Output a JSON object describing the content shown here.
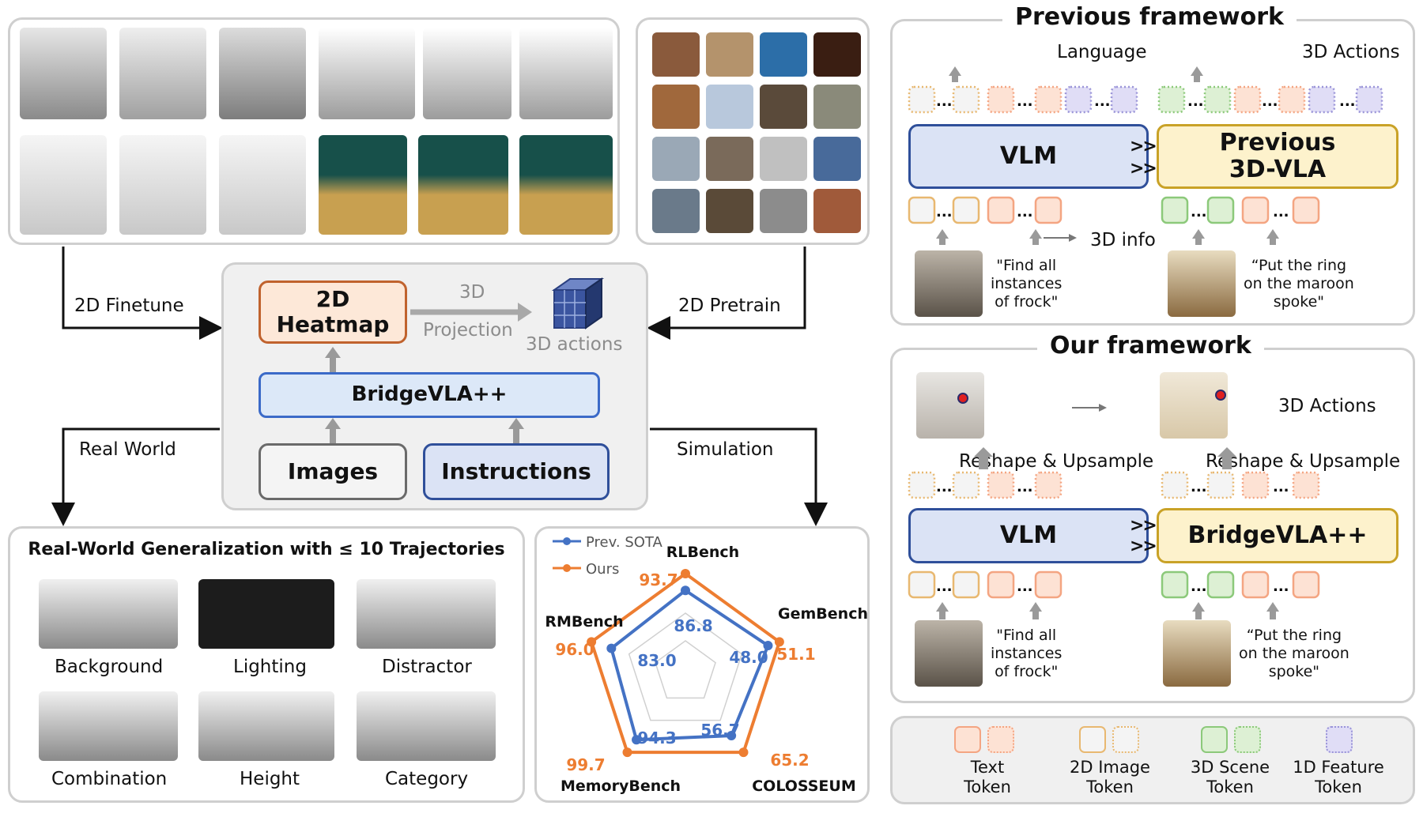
{
  "top_center": {
    "finetune_label": "2D Finetune",
    "pretrain_label": "2D Pretrain",
    "heatmap_label": "2D\nHeatmap",
    "projection_top": "3D",
    "projection_bottom": "Projection",
    "actions_label": "3D actions",
    "bridge_label": "BridgeVLA++",
    "images_label": "Images",
    "instructions_label": "Instructions",
    "real_world_label": "Real World",
    "simulation_label": "Simulation"
  },
  "real_world": {
    "title": "Real-World Generalization with ≤ 10 Trajectories",
    "tiles": [
      "Background",
      "Lighting",
      "Distractor",
      "Combination",
      "Height",
      "Category"
    ]
  },
  "radar": {
    "legend_prev": "Prev. SOTA",
    "legend_ours": "Ours",
    "color_prev": "#4472c4",
    "color_ours": "#ed7d31",
    "axes": [
      "RLBench",
      "GemBench",
      "COLOSSEUM",
      "MemoryBench",
      "RMBench"
    ],
    "prev_values": [
      "86.8",
      "48.0",
      "56.7",
      "94.3",
      "83.0"
    ],
    "ours_values": [
      "93.7",
      "51.1",
      "65.2",
      "99.7",
      "96.0"
    ]
  },
  "previous": {
    "title": "Previous framework",
    "language_label": "Language",
    "actions_label": "3D Actions",
    "vlm_label": "VLM",
    "arrows": ">>>>",
    "prev3d_label": "Previous\n3D-VLA",
    "info_label": "3D info",
    "left_quote": "\"Find all\ninstances\nof frock\"",
    "right_quote": "“Put the ring\non the maroon\nspoke\""
  },
  "ours": {
    "title": "Our framework",
    "actions_label": "3D Actions",
    "reshape_left": "Reshape & Upsample",
    "reshape_right": "Reshape & Upsample",
    "vlm_label": "VLM",
    "arrows": ">>>>",
    "bridge_label": "BridgeVLA++",
    "left_quote": "\"Find all\ninstances\nof frock\"",
    "right_quote": "“Put the ring\non the maroon\nspoke\""
  },
  "legend": {
    "text": "Text\nToken",
    "image": "2D Image\nToken",
    "scene": "3D Scene\nToken",
    "feature": "1D Feature\nToken"
  },
  "colors": {
    "text_token": "#f4a582",
    "image_token": "#e8b870",
    "scene_token": "#8cc97a",
    "feature_token": "#9a94d8",
    "vlm_fill": "#dbe3f5",
    "vlm_border": "#2f4f9a",
    "yellow_fill": "#fdf2cc",
    "yellow_border": "#c9a227"
  }
}
